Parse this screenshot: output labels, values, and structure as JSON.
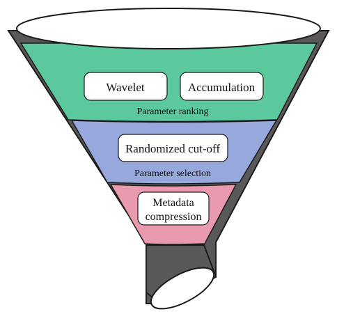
{
  "funnel": {
    "stages": [
      {
        "label": "Parameter ranking",
        "color": "#5cc89e",
        "boxes": [
          "Wavelet",
          "Accumulation"
        ]
      },
      {
        "label": "Parameter selection",
        "color": "#97a9dc",
        "boxes": [
          "Randomized cut-off"
        ]
      },
      {
        "label": "",
        "color": "#ea9aae",
        "boxes": [
          "Metadata",
          "compression"
        ]
      }
    ],
    "body_color": "#595959",
    "outline_color": "#1a1a1a",
    "box_fill": "#ffffff"
  }
}
